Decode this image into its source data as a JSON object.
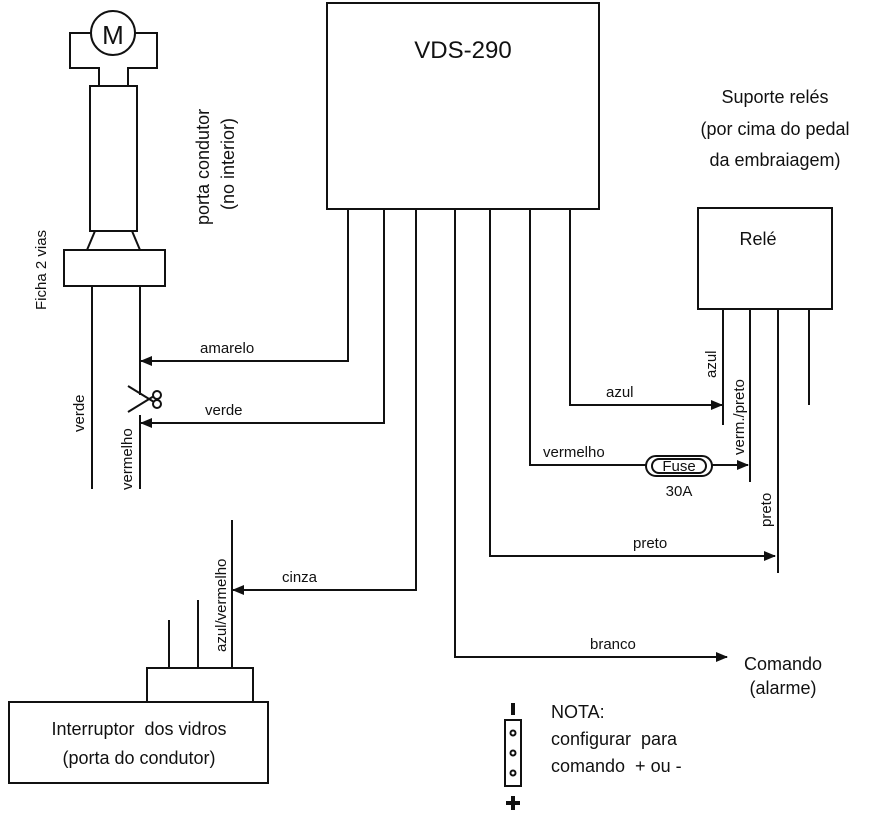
{
  "diagram": {
    "module_label": "VDS-290",
    "motor_symbol": "M",
    "door_label_line1": "porta condutor",
    "door_label_line2": "(no interior)",
    "connector_label": "Ficha 2 vias",
    "relay_support_line1": "Suporte relés",
    "relay_support_line2": "(por cima do pedal",
    "relay_support_line3": "da embraiagem)",
    "relay_label": "Relé",
    "wires": {
      "amarelo": "amarelo",
      "verde_module": "verde",
      "verde_motor": "verde",
      "vermelho_motor": "vermelho",
      "cinza": "cinza",
      "azul_vermelho": "azul/vermelho",
      "azul_module": "azul",
      "azul_relay": "azul",
      "verm_preto": "verm./preto",
      "vermelho_module": "vermelho",
      "preto_module": "preto",
      "preto_relay": "preto",
      "branco": "branco"
    },
    "fuse_label": "Fuse",
    "fuse_rating": "30A",
    "command_line1": "Comando",
    "command_line2": "(alarme)",
    "switch_line1": "Interruptor  dos vidros",
    "switch_line2": "(porta do condutor)",
    "note_line1": "NOTA:",
    "note_line2": "configurar  para",
    "note_line3": "comando  + ou -",
    "jumper_minus": "-",
    "jumper_plus": "+"
  }
}
